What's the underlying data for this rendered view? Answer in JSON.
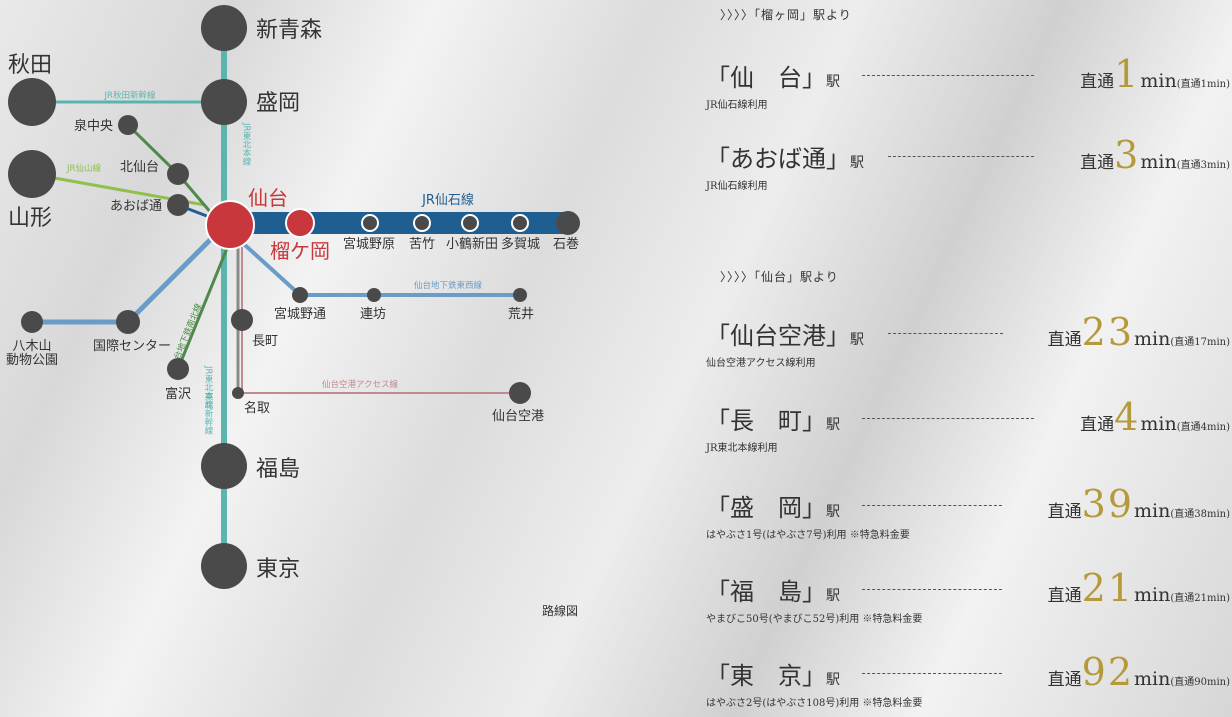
{
  "map": {
    "stations": {
      "shin_aomori": "新青森",
      "morioka": "盛岡",
      "akita": "秋田",
      "yamagata": "山形",
      "izumichuo": "泉中央",
      "kitasendai": "北仙台",
      "aobadori": "あおば通",
      "sendai": "仙台",
      "nigaoka": "榴ケ岡",
      "miyaginohara": "宮城野原",
      "nigatake": "苦竹",
      "kozurushinden": "小鶴新田",
      "tagajo": "多賀城",
      "ishinomaki": "石巻",
      "miyaginodori": "宮城野通",
      "renbo": "連坊",
      "arai": "荒井",
      "yagiyama_1": "八木山",
      "yagiyama_2": "動物公園",
      "kokusai": "国際センター",
      "tomizawa": "富沢",
      "nagamachi": "長町",
      "natori": "名取",
      "airport": "仙台空港",
      "fukushima": "福島",
      "tokyo": "東京"
    },
    "lines": {
      "akita_shinkansen": "JR秋田新幹線",
      "senzan": "JR仙山線",
      "tohoku_north": "JR東北本線",
      "senseki": "JR仙石線",
      "tozai": "仙台地下鉄東西線",
      "namboku": "仙台地下鉄南北線",
      "tohoku_south": "JR東北本線",
      "tohoku_shinkansen": "東北新幹線",
      "airport_access": "仙台空港アクセス線"
    },
    "caption": "路線図",
    "colors": {
      "trunk": "#5bb5ae",
      "senseki": "#1f5e91",
      "tozai": "#6a9cc7",
      "access": "#c08b90",
      "senzan": "#8fbf4d",
      "namboku": "#4f8a4b",
      "node": "#4a4a4a",
      "highlight": "#c8373b"
    }
  },
  "panel": {
    "header1": "〉〉〉〉「榴ヶ岡」駅より",
    "header2": "〉〉〉〉「仙台」駅より",
    "routes": [
      {
        "station": "「仙　台」",
        "eki": "駅",
        "pre": "直通",
        "num": "1",
        "min": "min",
        "paren": "(直通1min)",
        "note": "JR仙石線利用"
      },
      {
        "station": "「あおば通」",
        "eki": "駅",
        "pre": "直通",
        "num": "3",
        "min": "min",
        "paren": "(直通3min)",
        "note": "JR仙石線利用"
      },
      {
        "station": "「仙台空港」",
        "eki": "駅",
        "pre": "直通",
        "num": "23",
        "min": "min",
        "paren": "(直通17min)",
        "note": "仙台空港アクセス線利用"
      },
      {
        "station": "「長　町」",
        "eki": "駅",
        "pre": "直通",
        "num": "4",
        "min": "min",
        "paren": "(直通4min)",
        "note": "JR東北本線利用"
      },
      {
        "station": "「盛　岡」",
        "eki": "駅",
        "pre": "直通",
        "num": "39",
        "min": "min",
        "paren": "(直通38min)",
        "note": "はやぶさ1号(はやぶさ7号)利用 ※特急料金要"
      },
      {
        "station": "「福　島」",
        "eki": "駅",
        "pre": "直通",
        "num": "21",
        "min": "min",
        "paren": "(直通21min)",
        "note": "やまびこ50号(やまびこ52号)利用 ※特急料金要"
      },
      {
        "station": "「東　京」",
        "eki": "駅",
        "pre": "直通",
        "num": "92",
        "min": "min",
        "paren": "(直通90min)",
        "note": "はやぶさ2号(はやぶさ108号)利用 ※特急料金要"
      }
    ]
  }
}
